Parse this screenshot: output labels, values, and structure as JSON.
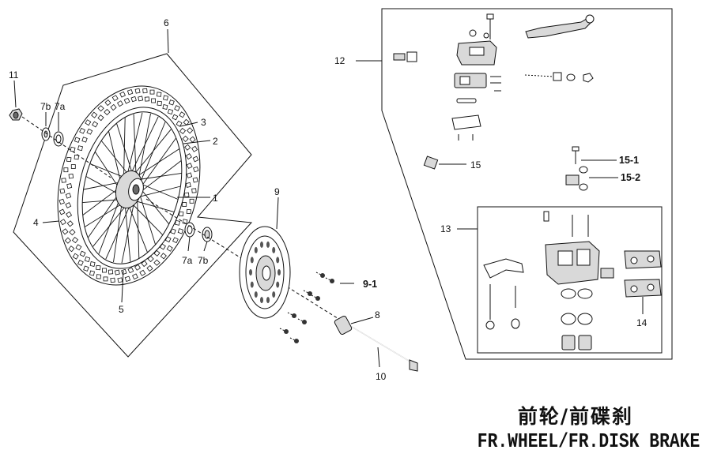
{
  "title": {
    "chinese": "前轮/前碟刹",
    "english": "FR.WHEEL/FR.DISK BRAKE"
  },
  "callouts": {
    "front_wheel_assy": "6",
    "axle_nut": "11",
    "collar_left": "7b",
    "oil_seal_left": "7a",
    "spoke_nipple": "3",
    "rim": "2",
    "spoke": "1",
    "tire": "4",
    "front_hub": "5",
    "oil_seal_right": "7a",
    "collar_right": "7b",
    "brake_disc": "9",
    "disc_bolt": "9-1",
    "distance_collar": "8",
    "front_axle": "10",
    "master_cylinder_assy": "12",
    "brake_hose": "15",
    "banjo_bolt": "15-1",
    "sealing_washer": "15-2",
    "caliper_assy": "13",
    "brake_pads": "14"
  }
}
